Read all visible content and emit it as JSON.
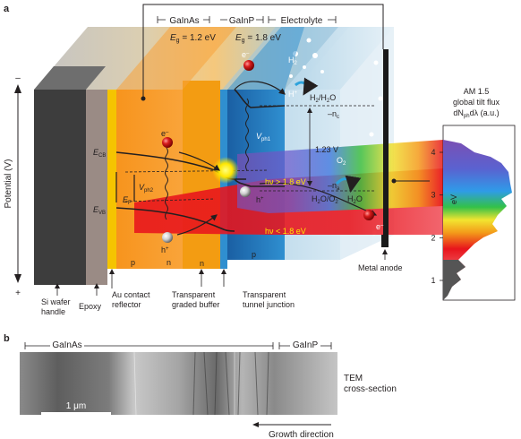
{
  "panel_labels": {
    "a": "a",
    "b": "b"
  },
  "layers": {
    "gainas_top": "GaInAs",
    "gaInp_top": "GaInP",
    "electrolyte": "Electrolyte",
    "eg_gainas": "E",
    "eg_gainas_sub": "g",
    "eg_gainas_val": " = 1.2 eV",
    "eg_gainp": "E",
    "eg_gainp_sub": "g",
    "eg_gainp_val": " = 1.8 eV"
  },
  "axis": {
    "potential": "Potential (V)",
    "minus": "–",
    "plus": "+"
  },
  "bands": {
    "ecb": "E",
    "ecb_sub": "CB",
    "ef": "E",
    "ef_sub": "F",
    "evb": "E",
    "evb_sub": "VB",
    "vph2": "V",
    "vph2_sub": "ph2",
    "vph1": "V",
    "vph1_sub": "ph1",
    "electron": "e",
    "hole": "h",
    "plus_sign": "+",
    "minus_sign": "–"
  },
  "redox": {
    "h2": "H",
    "h2_sub": "2",
    "hplus": "H",
    "h2h2o": "H",
    "h2h2o_rest": "/H",
    "h2h2o_o": "O",
    "nc": "–n",
    "nc_sub": "c",
    "v123": "1.23 V",
    "na": "–n",
    "na_sub": "a",
    "h2oo2": "H",
    "h2oo2_mid": "O/O",
    "o2": "O",
    "o2_sub": "2",
    "h2o": "H",
    "h2o_o": "O"
  },
  "photons": {
    "hv_high": "hν > 1.8 eV",
    "hv_low": "hν < 1.8 eV"
  },
  "doping": {
    "p1": "p",
    "n1": "n",
    "n2": "n",
    "p2": "p"
  },
  "spectrum": {
    "title1": "AM 1.5",
    "title2": "global tilt flux",
    "title3a": "dN",
    "title3sub": "ph",
    "title3b": "dλ (a.u.)",
    "ev": "eV",
    "ticks": [
      "4",
      "3",
      "2",
      "1"
    ],
    "tick_values": [
      4,
      3,
      2,
      1
    ]
  },
  "callouts": {
    "si_wafer_1": "Si wafer",
    "si_wafer_2": "handle",
    "epoxy": "Epoxy",
    "au_1": "Au contact",
    "au_2": "reflector",
    "graded_1": "Transparent",
    "graded_2": "graded buffer",
    "tunnel_1": "Transparent",
    "tunnel_2": "tunnel junction",
    "metal_anode": "Metal anode"
  },
  "tem": {
    "gainas": "GaInAs",
    "gainp": "GaInP",
    "scale": "1 μm",
    "caption1": "TEM",
    "caption2": "cross-section",
    "growth": "Growth direction"
  },
  "colors": {
    "si": "#3d3d3d",
    "epoxy": "#9a8b85",
    "au": "#f5c400",
    "gainas": "#f7931e",
    "buffer": "#ff9a00",
    "gainp": "#1e7fc4",
    "electrolyte": "#cfe3ef",
    "red_beam": "#e8141c",
    "rainbow_violet": "#6b3fa0"
  }
}
